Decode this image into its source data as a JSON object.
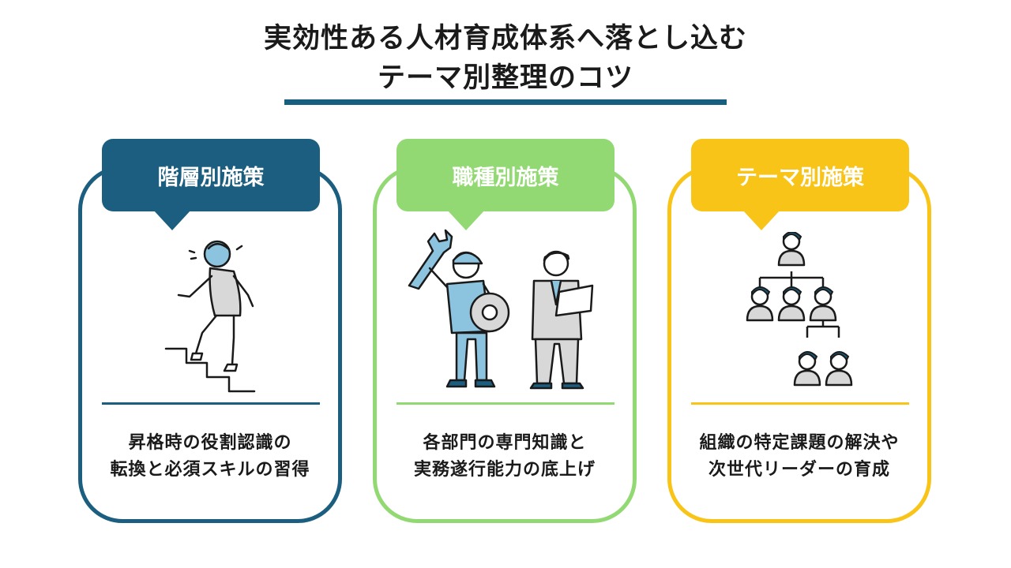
{
  "title": {
    "line1": "実効性ある人材育成体系へ落とし込む",
    "line2": "テーマ別整理のコツ"
  },
  "colors": {
    "title_rule": "#165f80",
    "card1": "#1b5e7f",
    "card2": "#93d973",
    "card3": "#f9c418"
  },
  "cards": [
    {
      "label": "階層別施策",
      "icon": "person-climbing-stairs-icon",
      "desc_line1": "昇格時の役割認識の",
      "desc_line2": "転換と必須スキルの習得"
    },
    {
      "label": "職種別施策",
      "icon": "worker-and-office-staff-icon",
      "desc_line1": "各部門の専門知識と",
      "desc_line2": "実務遂行能力の底上げ"
    },
    {
      "label": "テーマ別施策",
      "icon": "org-chart-icon",
      "desc_line1": "組織の特定課題の解決や",
      "desc_line2": "次世代リーダーの育成"
    }
  ]
}
